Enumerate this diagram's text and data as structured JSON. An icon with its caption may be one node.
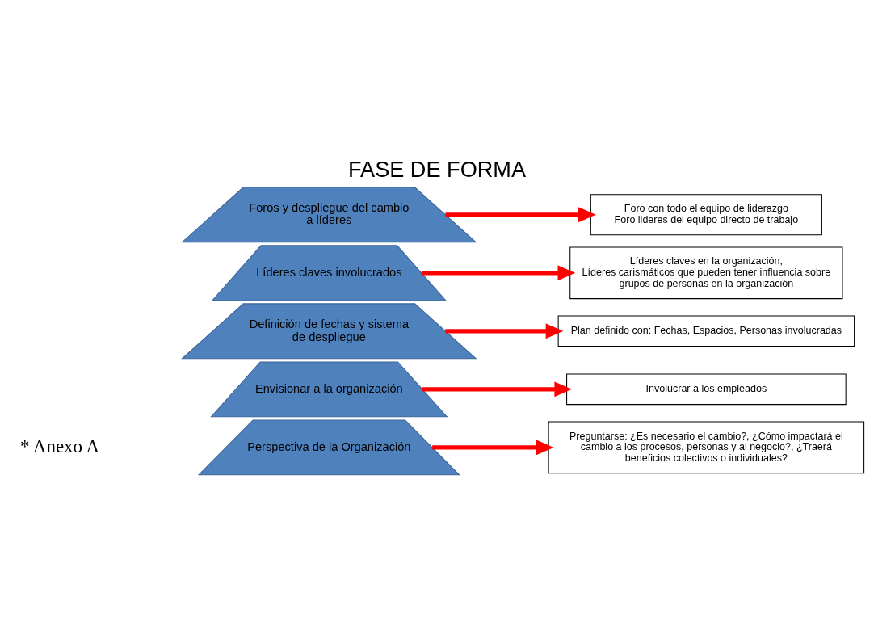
{
  "diagram": {
    "title": "FASE DE FORMA",
    "nodes": [
      {
        "text": [
          "Perspectiva de la Organización"
        ]
      },
      {
        "text": [
          "Envisionar a la organización"
        ]
      },
      {
        "text": [
          "Definición de fechas y sistema de despliegue"
        ]
      },
      {
        "text": [
          "Líderes claves involucrados"
        ]
      },
      {
        "text": [
          "Foros y despliegue del cambio a líderes"
        ]
      },
      {
        "text": [
          "Preguntarse: ¿Es necesario el cambio?, ¿Cómo impactará el cambio a los procesos, personas y al negocio?, ¿Traerá beneficios colectivos o individuales?"
        ]
      },
      {
        "text": [
          "Involucrar a los empleados"
        ]
      },
      {
        "text": [
          "Plan definido con: Fechas, Espacios, Personas involucradas"
        ]
      },
      {
        "text": [
          "Líderes claves en la organización,",
          "Líderes carismáticos que pueden tener influencia sobre grupos de personas en la organización"
        ]
      },
      {
        "text": [
          "Foro con todo el equipo de liderazgo",
          "Foro lideres del equipo directo de trabajo"
        ]
      }
    ],
    "edges": [
      {
        "from": 0,
        "to": 5,
        "arrow": "to"
      },
      {
        "from": 1,
        "to": 6,
        "arrow": "to"
      },
      {
        "from": 2,
        "to": 7,
        "arrow": "to"
      },
      {
        "from": 3,
        "to": 8,
        "arrow": "to"
      },
      {
        "from": 4,
        "to": 9,
        "arrow": "to"
      }
    ],
    "labels": [
      "* Anexo A"
    ]
  }
}
